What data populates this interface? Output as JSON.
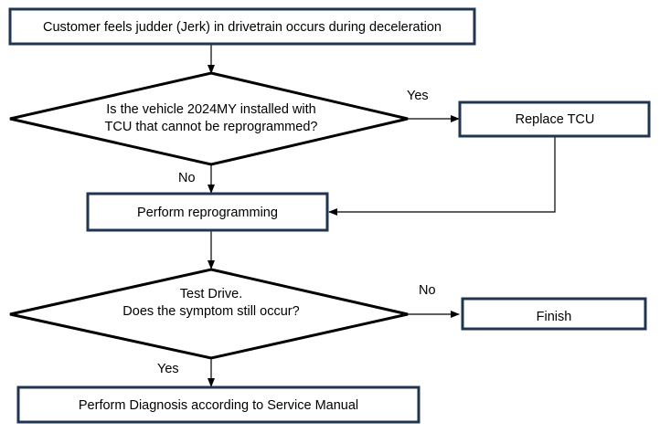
{
  "colors": {
    "box_border": "#1f3550",
    "line": "#000000",
    "text": "#000000",
    "background": "#ffffff"
  },
  "nodes": {
    "start": {
      "text": "Customer feels judder (Jerk) in drivetrain occurs during deceleration"
    },
    "decision1": {
      "line1": "Is the vehicle 2024MY installed with",
      "line2": "TCU that cannot be reprogrammed?"
    },
    "replace_tcu": {
      "text": "Replace TCU"
    },
    "reprogram": {
      "text": "Perform reprogramming"
    },
    "decision2": {
      "line1": "Test Drive.",
      "line2": "Does the symptom still occur?"
    },
    "finish": {
      "text": "Finish"
    },
    "diagnosis": {
      "text": "Perform Diagnosis according to Service Manual"
    }
  },
  "edges": {
    "d1_yes": "Yes",
    "d1_no": "No",
    "d2_no": "No",
    "d2_yes": "Yes"
  }
}
